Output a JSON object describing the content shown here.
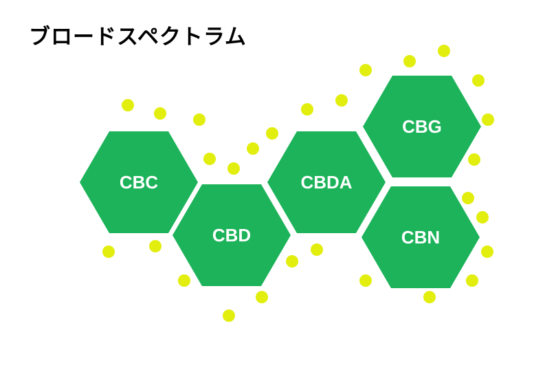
{
  "title": "ブロードスペクトラム",
  "colors": {
    "hex_fill": "#1cb35a",
    "dot_fill": "#e2ee0d",
    "label": "#ffffff"
  },
  "cannabinoids": [
    {
      "id": "cbc",
      "label": "CBC"
    },
    {
      "id": "cbd",
      "label": "CBD"
    },
    {
      "id": "cbda",
      "label": "CBDA"
    },
    {
      "id": "cbg",
      "label": "CBG"
    },
    {
      "id": "cbn",
      "label": "CBN"
    }
  ]
}
